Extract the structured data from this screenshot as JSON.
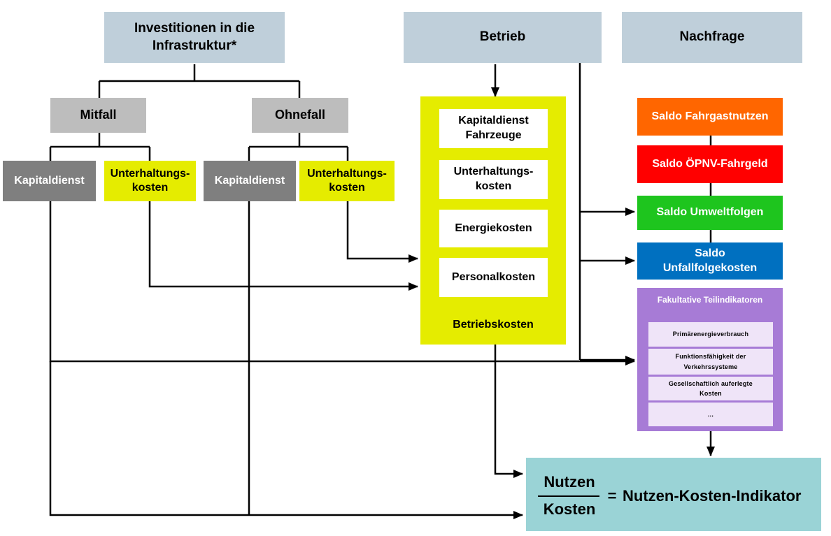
{
  "header": {
    "investitionen": "Investitionen in die Infrastruktur*",
    "betrieb": "Betrieb",
    "nachfrage": "Nachfrage"
  },
  "cases": {
    "mitfall": "Mitfall",
    "ohnefall": "Ohnefall"
  },
  "cost_items": {
    "kapitaldienst_1": "Kapitaldienst",
    "unterhaltung_1": "Unterhaltungs-\nkosten",
    "kapitaldienst_2": "Kapitaldienst",
    "unterhaltung_2": "Unterhaltungs-\nkosten"
  },
  "betriebskosten": {
    "items": [
      "Kapitaldienst Fahrzeuge",
      "Unterhaltungs-\nkosten",
      "Energiekosten",
      "Personalkosten"
    ],
    "label": "Betriebskosten"
  },
  "nachfrage_items": [
    {
      "label": "Saldo Fahrgastnutzen",
      "color": "#ff6600"
    },
    {
      "label": "Saldo ÖPNV-Fahrgeld",
      "color": "#ff0000"
    },
    {
      "label": "Saldo Umweltfolgen",
      "color": "#1ec51e"
    },
    {
      "label": "Saldo\nUnfallfolgekosten",
      "color": "#0070c0"
    }
  ],
  "fakultative": {
    "title": "Fakultative Teilindikatoren",
    "color": "#a77bd6",
    "items": [
      "Primärenergieverbrauch",
      "Funktionsfähigkeit der\nVerkehrssysteme",
      "Gesellschaftlich auferlegte\nKosten",
      "..."
    ]
  },
  "result": {
    "numerator": "Nutzen",
    "denominator": "Kosten",
    "equals": "=",
    "label": "Nutzen-Kosten-Indikator"
  }
}
